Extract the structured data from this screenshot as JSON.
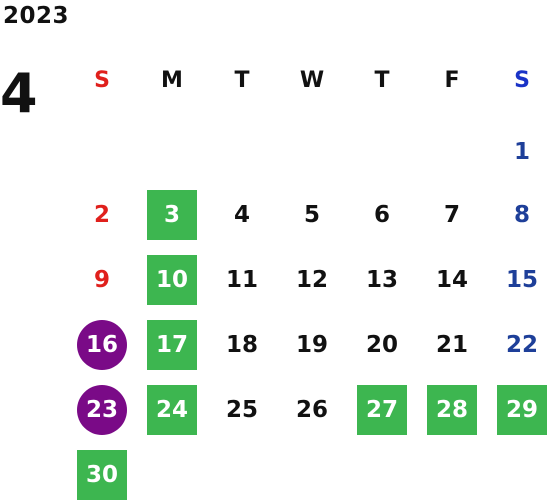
{
  "calendar": {
    "year": "2023",
    "month": "4",
    "weekdays": [
      "S",
      "M",
      "T",
      "W",
      "T",
      "F",
      "S"
    ],
    "weeks": [
      [
        "",
        "",
        "",
        "",
        "",
        "",
        "1"
      ],
      [
        "2",
        "3",
        "4",
        "5",
        "6",
        "7",
        "8"
      ],
      [
        "9",
        "10",
        "11",
        "12",
        "13",
        "14",
        "15"
      ],
      [
        "16",
        "17",
        "18",
        "19",
        "20",
        "21",
        "22"
      ],
      [
        "23",
        "24",
        "25",
        "26",
        "27",
        "28",
        "29"
      ],
      [
        "30",
        "",
        "",
        "",
        "",
        "",
        ""
      ]
    ],
    "green_days": [
      "3",
      "10",
      "17",
      "24",
      "27",
      "28",
      "29",
      "30"
    ],
    "purple_days": [
      "16",
      "23"
    ],
    "colors": {
      "sunday": "#e0201c",
      "saturday": "#1e3f99",
      "green_box": "#3db650",
      "purple_circle": "#7a0a87",
      "default_text": "#111111"
    }
  }
}
